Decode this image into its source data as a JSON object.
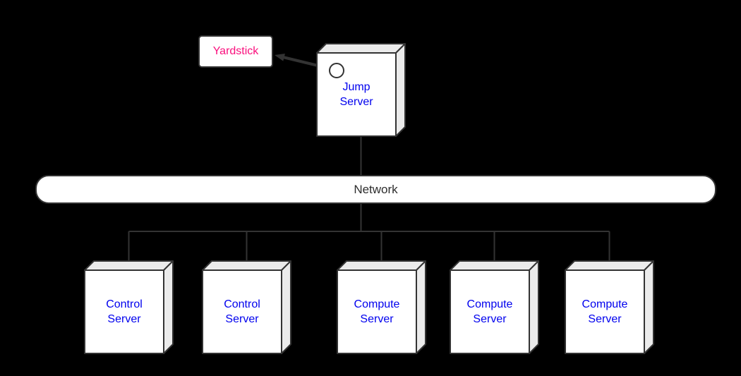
{
  "colors": {
    "bg": "#000000",
    "line": "#333333",
    "face": "#ffffff",
    "shade": "#ebebeb",
    "label_blue": "#0000ee",
    "label_pink": "#fa0f7d",
    "label_dark": "#2d2d2d"
  },
  "nodes": {
    "yardstick": {
      "label": "Yardstick"
    },
    "jump_server": {
      "label": "Jump\nServer"
    },
    "network": {
      "label": "Network"
    },
    "servers": [
      {
        "label": "Control\nServer"
      },
      {
        "label": "Control\nServer"
      },
      {
        "label": "Compute\nServer"
      },
      {
        "label": "Compute\nServer"
      },
      {
        "label": "Compute\nServer"
      }
    ]
  }
}
